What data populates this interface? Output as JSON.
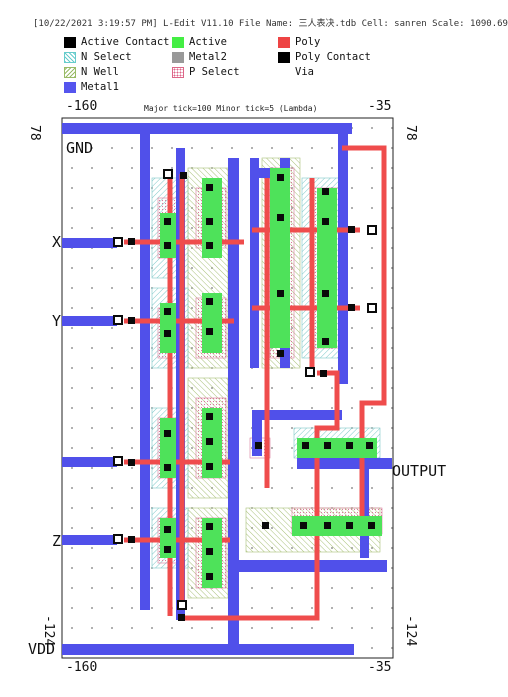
{
  "status_bar": {
    "timestamp": "[10/22/2021 3:19:57 PM]",
    "app": "L-Edit V11.10",
    "file_label": "File Name:",
    "file_name": "三人表决.tdb",
    "cell_label": "Cell:",
    "cell_name": "sanren",
    "scale_label": "Scale:",
    "scale_value": "1090.69"
  },
  "legend": [
    {
      "label": "Active Contact",
      "color": "#000000",
      "style": "solid"
    },
    {
      "label": "Active",
      "color": "#44ee44",
      "style": "solid"
    },
    {
      "label": "Poly",
      "color": "#ee4444",
      "style": "solid"
    },
    {
      "label": "N Select",
      "color": "#66cccc",
      "style": "hatch"
    },
    {
      "label": "Metal2",
      "color": "#999999",
      "style": "solid"
    },
    {
      "label": "Poly Contact",
      "color": "#000000",
      "style": "solid"
    },
    {
      "label": "N Well",
      "color": "#99bb66",
      "style": "hatch"
    },
    {
      "label": "P Select",
      "color": "#dd6688",
      "style": "dots"
    },
    {
      "label": "Via",
      "color": "#ffffff",
      "style": "none"
    },
    {
      "label": "Metal1",
      "color": "#5555ee",
      "style": "solid"
    }
  ],
  "rulers": {
    "top_left": "-160",
    "top_right": "-35",
    "left_top": "78",
    "right_top": "78",
    "bottom_left": "-160",
    "bottom_right": "-35",
    "left_bottom": "-124",
    "right_bottom": "-124",
    "tick_info": "Major tick=100 Minor tick=5 (Lambda)"
  },
  "pins": {
    "gnd": "GND",
    "vdd": "VDD",
    "x": "X",
    "y": "Y",
    "z": "Z",
    "output": "OUTPUT"
  },
  "colors": {
    "metal1": "#5050ea",
    "poly": "#ef4c4c",
    "active": "#4ee25a",
    "contact": "#0a0a0a",
    "nselect": "#7cc8c8",
    "nwell": "#a8c078",
    "pselect": "#d87898"
  }
}
